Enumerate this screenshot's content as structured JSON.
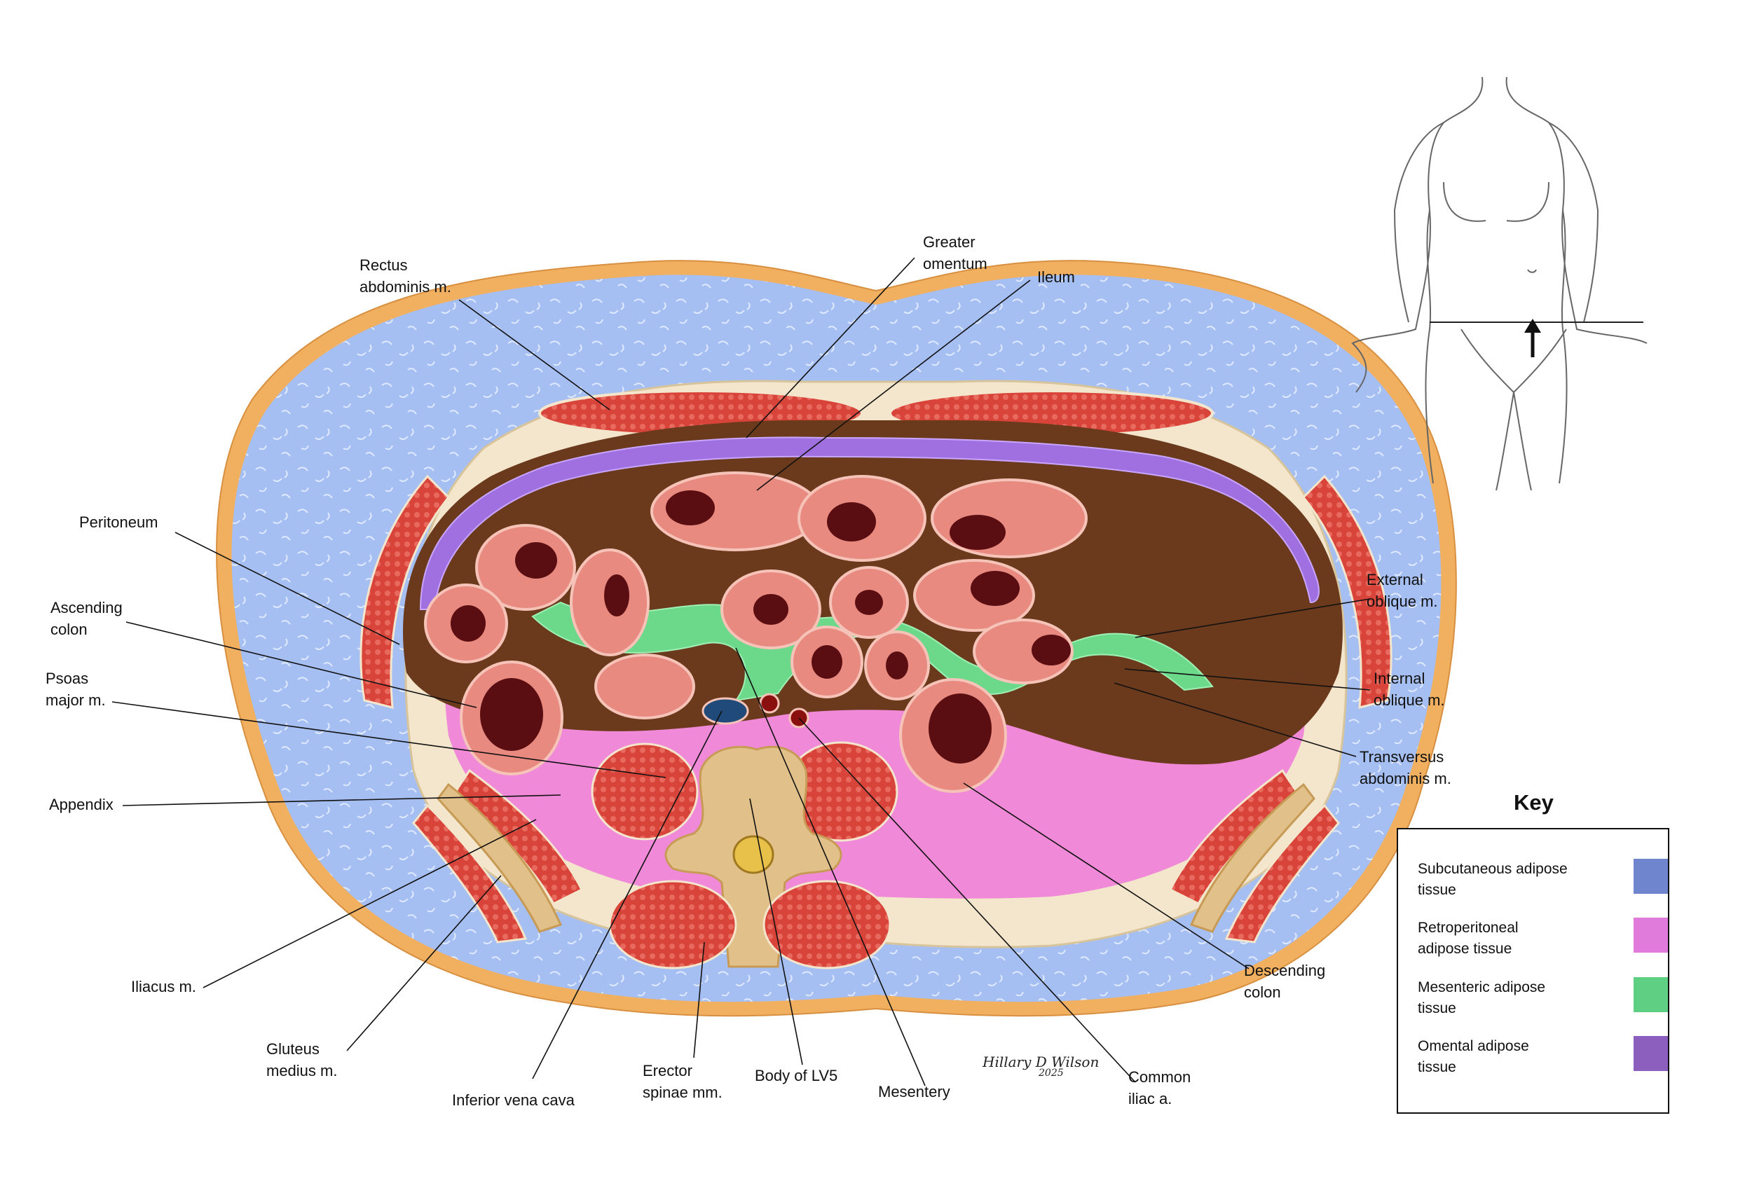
{
  "labels": {
    "rectus": "Rectus\nabdominis m.",
    "greater_omentum": "Greater\nomentum",
    "ileum": "Ileum",
    "peritoneum": "Peritoneum",
    "ascending_colon": "Ascending\ncolon",
    "psoas": "Psoas\nmajor m.",
    "appendix": "Appendix",
    "iliacus": "Iliacus m.",
    "gluteus": "Gluteus\nmedius m.",
    "ivc": "Inferior vena cava",
    "erector": "Erector\nspinae mm.",
    "body_lv5": "Body of LV5",
    "mesentery": "Mesentery",
    "common_iliac": "Common\niliac a.",
    "descending_colon": "Descending\ncolon",
    "transversus": "Transversus\nabdominis m.",
    "internal_oblique": "Internal\noblique m.",
    "external_oblique": "External\noblique m."
  },
  "key": {
    "title": "Key",
    "items": [
      {
        "label": "Subcutaneous adipose\ntissue",
        "color": "#6f86cf"
      },
      {
        "label": "Retroperitoneal\nadipose tissue",
        "color": "#e07bdc"
      },
      {
        "label": "Mesenteric adipose\ntissue",
        "color": "#5fcf84"
      },
      {
        "label": "Omental adipose\ntissue",
        "color": "#8c5fbf"
      }
    ]
  },
  "signature": {
    "name": "Hillary D Wilson",
    "year": "2025"
  },
  "colors": {
    "subcutaneous": "#a9c2f3",
    "skin": "#f0b060",
    "muscle": "#d9443a",
    "peritoneal_cavity": "#6b3a1c",
    "bowel_wall": "#e88a80",
    "lumen": "#5a0e12",
    "retroperitoneal": "#f08ad8",
    "mesenteric": "#6cd88a",
    "omental": "#a070e0",
    "bone": "#e2c08a"
  }
}
